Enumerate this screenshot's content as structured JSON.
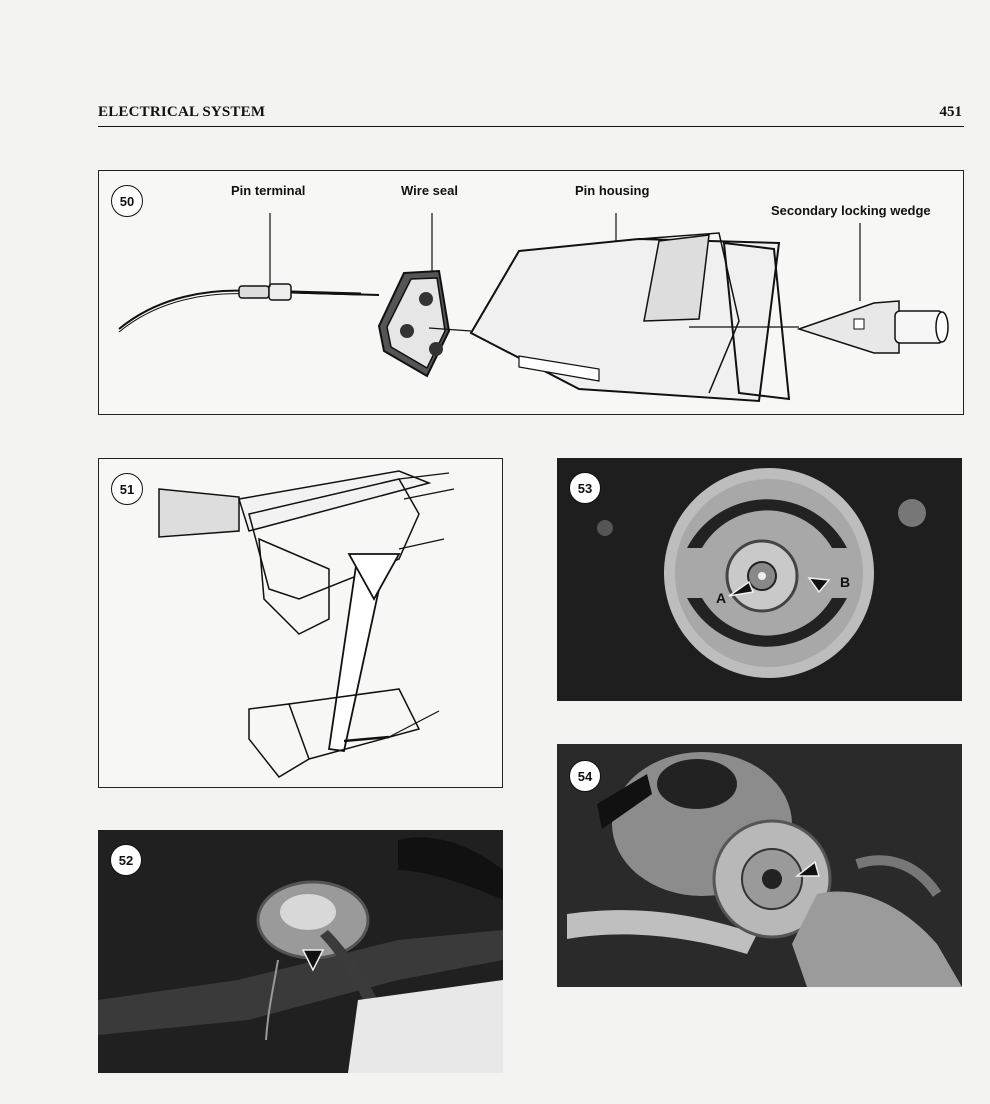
{
  "header": {
    "section_title": "ELECTRICAL SYSTEM",
    "page_number": "451"
  },
  "figures": {
    "fig50": {
      "number": "50",
      "labels": {
        "pin_terminal": "Pin terminal",
        "wire_seal": "Wire seal",
        "pin_housing": "Pin housing",
        "locking_wedge": "Secondary locking wedge"
      }
    },
    "fig51": {
      "number": "51"
    },
    "fig52": {
      "number": "52"
    },
    "fig53": {
      "number": "53",
      "labels": {
        "a": "A",
        "b": "B"
      }
    },
    "fig54": {
      "number": "54"
    }
  }
}
